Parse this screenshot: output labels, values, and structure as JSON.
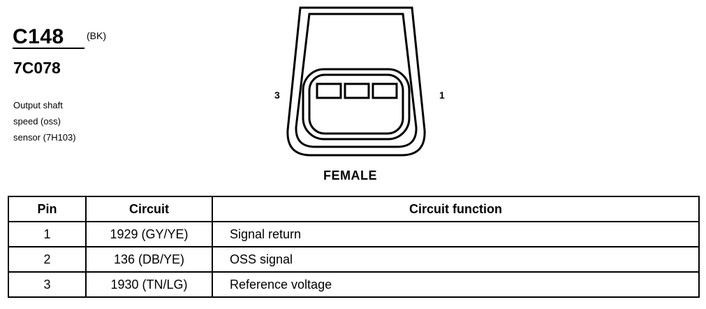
{
  "connector": {
    "id": "C148",
    "wire_color": "(BK)",
    "part_number": "7C078",
    "description_lines": [
      "Output shaft",
      "speed (oss)",
      "sensor (7H103)"
    ],
    "pin_labels": {
      "left": "3",
      "right": "1"
    },
    "gender": "FEMALE"
  },
  "table": {
    "headers": [
      "Pin",
      "Circuit",
      "Circuit function"
    ],
    "rows": [
      {
        "pin": "1",
        "circuit": "1929 (GY/YE)",
        "function": "Signal return"
      },
      {
        "pin": "2",
        "circuit": "136 (DB/YE)",
        "function": "OSS signal"
      },
      {
        "pin": "3",
        "circuit": "1930 (TN/LG)",
        "function": "Reference voltage"
      }
    ]
  }
}
